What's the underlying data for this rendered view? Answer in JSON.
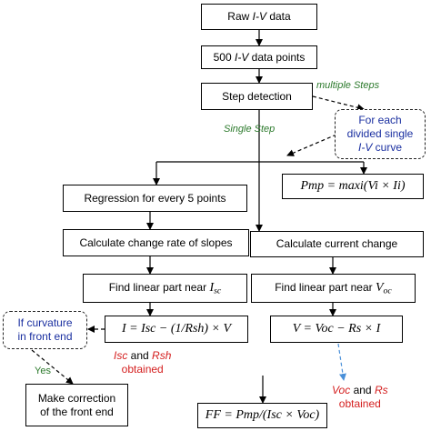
{
  "nodes": {
    "raw": {
      "pre": "Raw ",
      "iv": "I-V",
      "post": " data"
    },
    "points": {
      "pre": "500 ",
      "iv": "I-V",
      "post": " data points"
    },
    "step_detection": "Step detection",
    "each_curve": {
      "line1": "For each",
      "line2": "divided single",
      "iv": "I-V",
      "post": " curve"
    },
    "regression": "Regression for every 5 points",
    "pmp_formula": "Pmp = maxi(Vi × Ii)",
    "change_slopes": "Calculate change rate of slopes",
    "current_change": "Calculate current change",
    "linear_isc": {
      "text": "Find linear part near",
      "sym": "I",
      "sub": "sc"
    },
    "linear_voc": {
      "text": "Find linear part near",
      "sym": "V",
      "sub": "oc"
    },
    "i_formula": "I = Isc − (1/Rsh) × V",
    "v_formula": "V = Voc − Rs × I",
    "curvature": {
      "line1": "If curvature",
      "line2": "in front end"
    },
    "correction": {
      "line1": "Make correction",
      "line2": "of the front end"
    },
    "ff_formula": "FF = Pmp/(Isc × Voc)"
  },
  "labels": {
    "multiple_steps": "multiple Steps",
    "single_step": "Single  Step",
    "yes": "Yes",
    "isc_rsh": {
      "a": "Isc",
      "and": " and ",
      "b": "Rsh",
      "line2": "obtained"
    },
    "voc_rs": {
      "a": "Voc",
      "and": " and ",
      "b": "Rs",
      "line2": "obtained"
    }
  },
  "colors": {
    "green": "#2c7a2c",
    "red": "#d41e1e",
    "blue_text": "#1a2fa0",
    "blue_arrow": "#4a90d9"
  }
}
